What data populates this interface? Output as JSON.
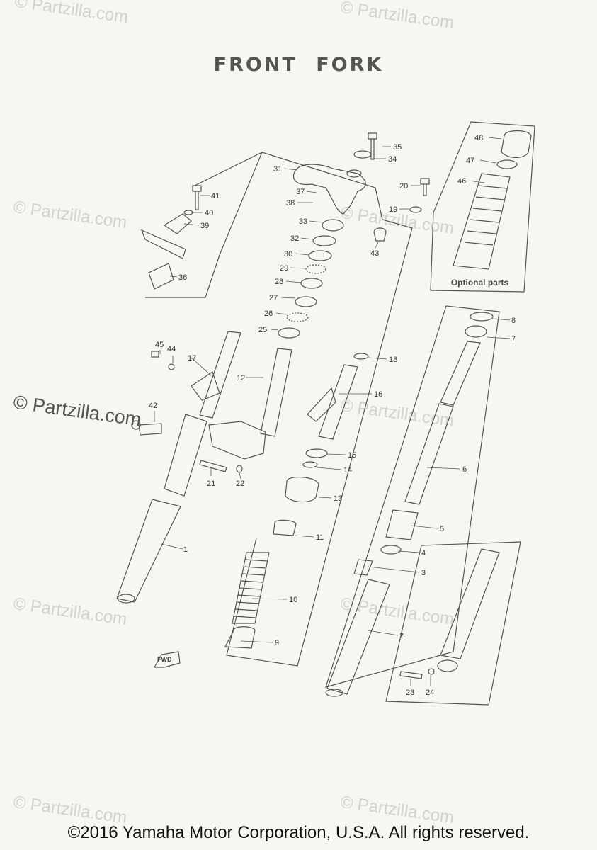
{
  "title": "FRONT FORK",
  "watermark": "© Partzilla.com",
  "optional_label": "Optional parts",
  "fwd_label": "FWD",
  "copyright": "©2016 Yamaha Motor Corporation, U.S.A. All rights reserved.",
  "callouts": [
    "1",
    "2",
    "3",
    "4",
    "5",
    "6",
    "7",
    "8",
    "9",
    "10",
    "11",
    "12",
    "13",
    "14",
    "15",
    "16",
    "17",
    "18",
    "19",
    "20",
    "21",
    "22",
    "23",
    "24",
    "25",
    "26",
    "27",
    "28",
    "29",
    "30",
    "31",
    "32",
    "33",
    "34",
    "35",
    "36",
    "37",
    "38",
    "39",
    "40",
    "41",
    "42",
    "43",
    "44",
    "45",
    "46",
    "47",
    "48"
  ],
  "colors": {
    "line": "#555555",
    "text": "#333333",
    "watermark": "#d2d2cc"
  }
}
